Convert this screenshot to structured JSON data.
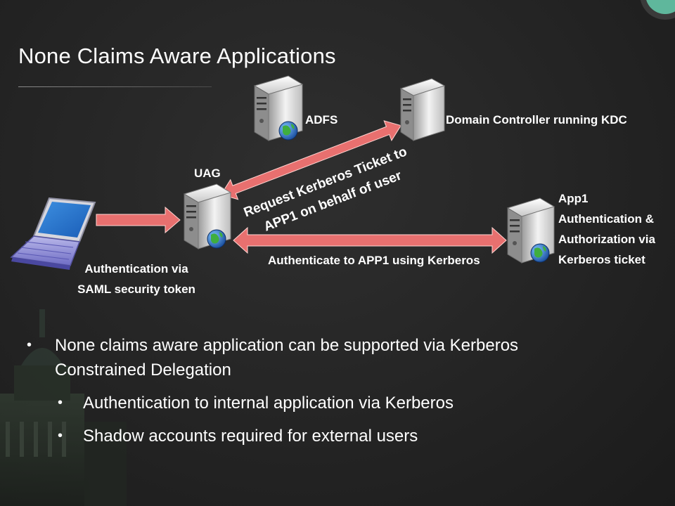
{
  "title": "None Claims Aware Applications",
  "nodes": {
    "adfs": "ADFS",
    "dc": "Domain Controller running KDC",
    "uag": "UAG",
    "app1_lines": [
      "App1",
      "Authentication &",
      "Authorization via",
      "Kerberos ticket"
    ]
  },
  "edges": {
    "client_to_uag": [
      "Authentication via",
      "SAML security token"
    ],
    "uag_to_dc": [
      "Request Kerberos Ticket to",
      "APP1 on behalf of user"
    ],
    "uag_to_app1": "Authenticate to APP1 using Kerberos"
  },
  "bullets": [
    {
      "level": 1,
      "text_lines": [
        "None claims aware application can be supported via Kerberos",
        "Constrained Delegation"
      ]
    },
    {
      "level": 2,
      "text_lines": [
        "Authentication to internal application via Kerberos"
      ]
    },
    {
      "level": 2,
      "text_lines": [
        "Shadow accounts required for external users"
      ]
    }
  ],
  "colors": {
    "background": "#262626",
    "arrow": "#e8706f",
    "text": "#ffffff"
  }
}
